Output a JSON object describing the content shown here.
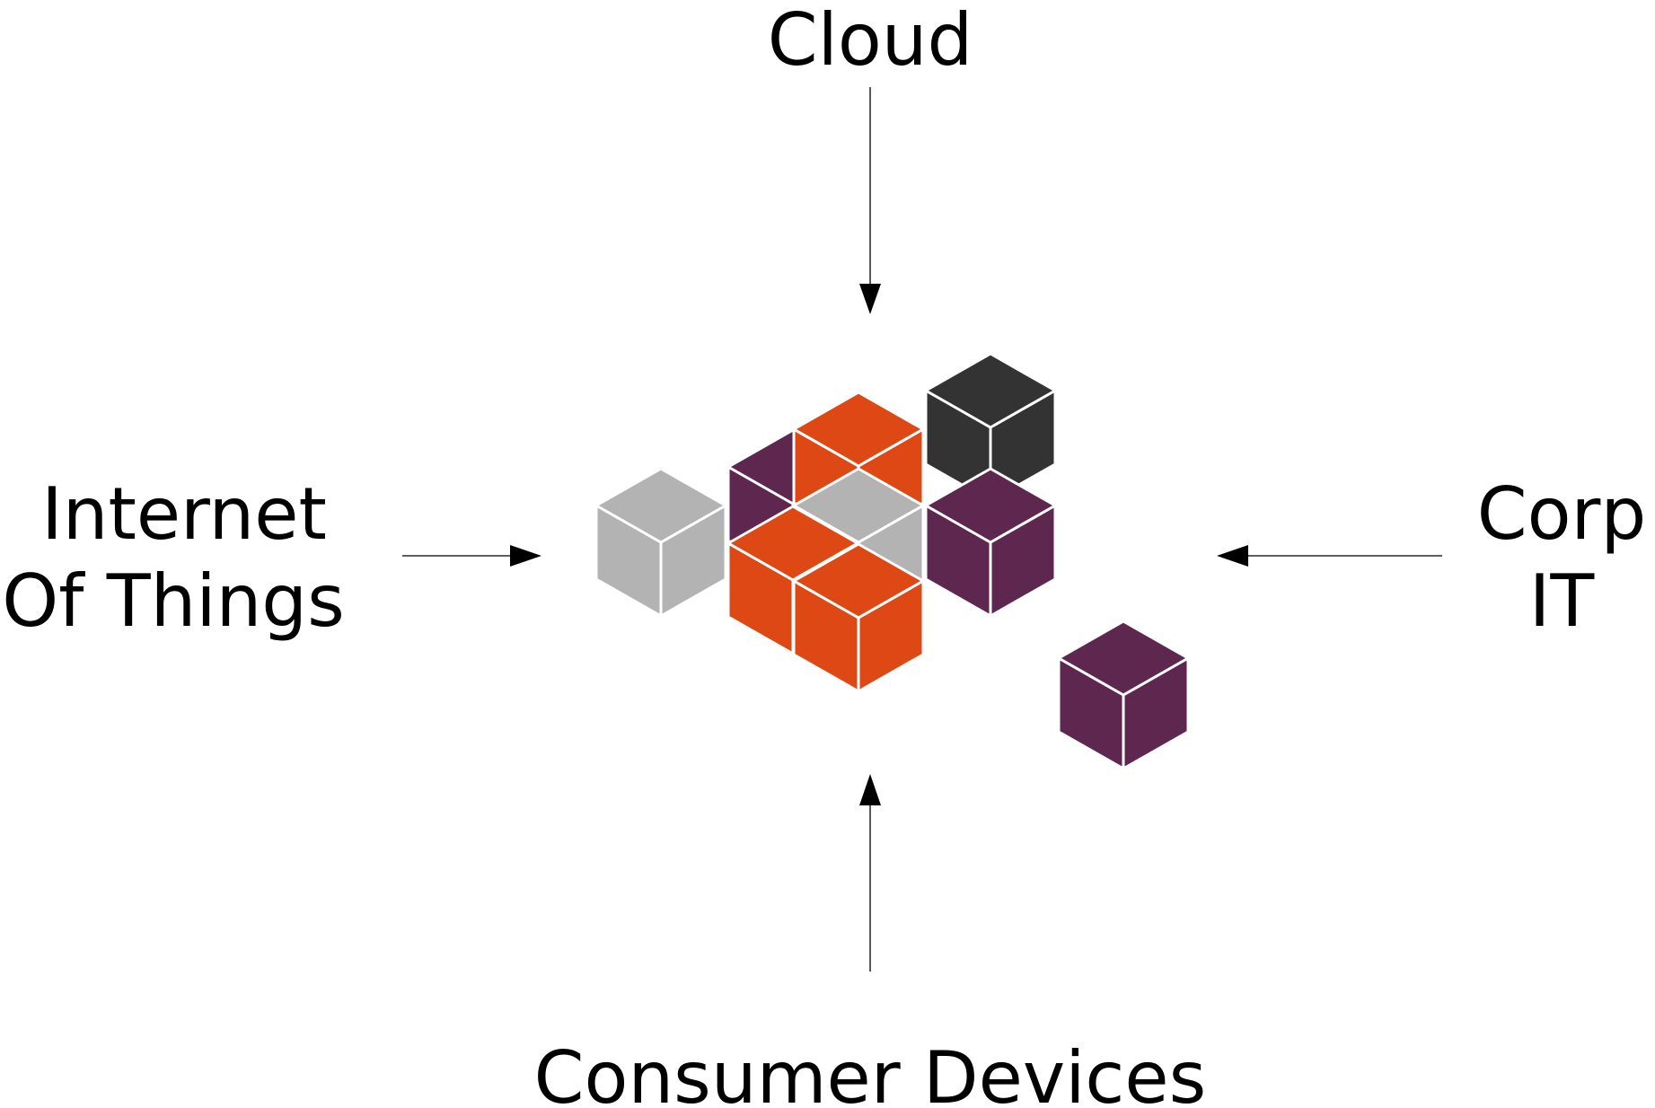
{
  "labels": {
    "top": "Cloud",
    "left_line1": "Internet",
    "left_line2": "Of Things",
    "right_line1": "Corp",
    "right_line2": "IT",
    "bottom": "Consumer Devices"
  },
  "colors": {
    "orange": "#DD4814",
    "purple": "#5E2750",
    "grey": "#B3B3B3",
    "dark": "#333333",
    "arrow": "#000000",
    "cube_edge": "#FFFFFF"
  },
  "cubes": [
    {
      "name": "grey-cube-left",
      "color": "grey"
    },
    {
      "name": "purple-cube-back",
      "color": "purple"
    },
    {
      "name": "orange-cube-back",
      "color": "orange"
    },
    {
      "name": "dark-cube-top",
      "color": "dark"
    },
    {
      "name": "grey-cube-middle",
      "color": "grey"
    },
    {
      "name": "purple-cube-right",
      "color": "purple"
    },
    {
      "name": "orange-cube-front-left",
      "color": "orange"
    },
    {
      "name": "orange-cube-front",
      "color": "orange"
    },
    {
      "name": "purple-cube-detached",
      "color": "purple"
    }
  ]
}
